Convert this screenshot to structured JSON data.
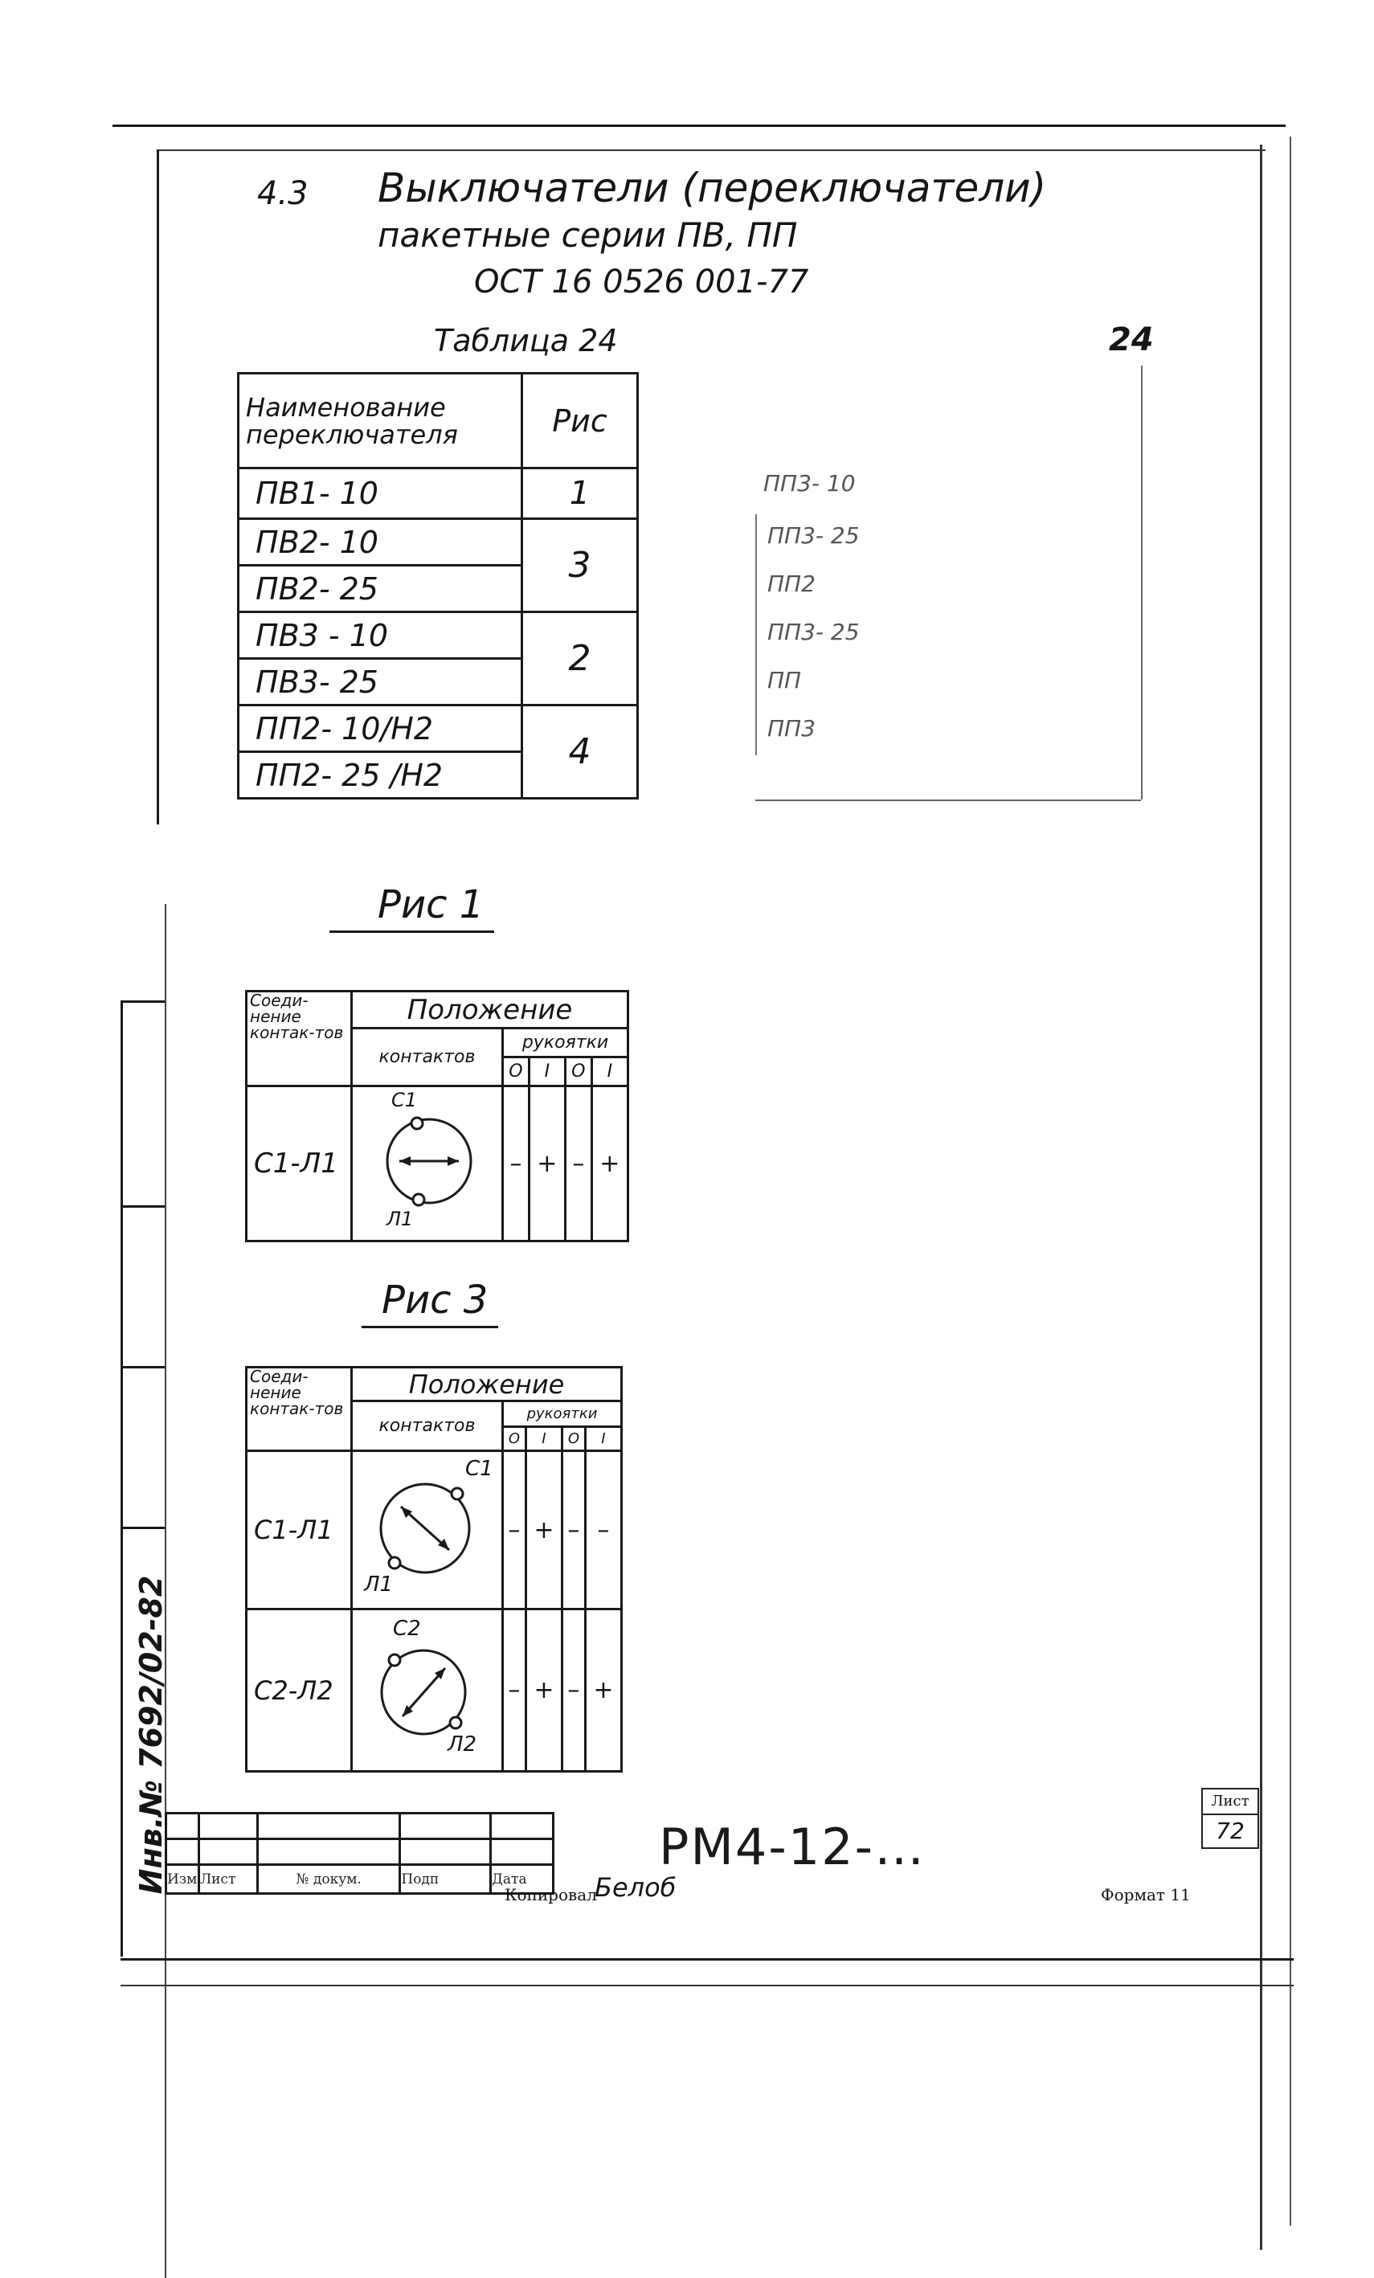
{
  "heading": {
    "number": "4.3",
    "line1": "Выключатели (переключатели)",
    "line2": "пакетные серии ПВ, ПП",
    "standard": "ОСТ 16 0526 001-77"
  },
  "table24": {
    "caption": "Таблица 24",
    "headers": [
      "Наименование переключателя",
      "Рис"
    ],
    "rows": [
      {
        "name": "ПВ1- 10",
        "fig": "1"
      },
      {
        "name": "ПВ2- 10",
        "fig": "3"
      },
      {
        "name": "ПВ2- 25",
        "fig": ""
      },
      {
        "name": "ПВ3 - 10",
        "fig": "2"
      },
      {
        "name": "ПВ3- 25",
        "fig": ""
      },
      {
        "name": "ПП2- 10/Н2",
        "fig": "4"
      },
      {
        "name": "ПП2- 25 /Н2",
        "fig": ""
      }
    ]
  },
  "table24_continued": {
    "caption": "24",
    "faint_rows": [
      "ПП3- 10",
      "ПП3- 25",
      "ПП2",
      "ПП3- 25",
      "ПП",
      "ПП3"
    ]
  },
  "fig1": {
    "title": "Рис 1",
    "header_connection": "Соеди-нение контак-тов",
    "header_position": "Положение",
    "header_contacts": "контактов",
    "header_handle": "рукоятки",
    "handle_positions": [
      "О",
      "I",
      "О",
      "I"
    ],
    "rows": [
      {
        "connection": "С1-Л1",
        "top_label": "С1",
        "bottom_label": "Л1",
        "states": [
          "–",
          "+",
          "–",
          "+"
        ]
      }
    ]
  },
  "fig3": {
    "title": "Рис 3",
    "header_connection": "Соеди-нение контак-тов",
    "header_position": "Положение",
    "header_contacts": "контактов",
    "header_handle": "рукоятки",
    "handle_positions": [
      "О",
      "I",
      "О",
      "I"
    ],
    "rows": [
      {
        "connection": "С1-Л1",
        "top_label": "С1",
        "bottom_label": "Л1",
        "states": [
          "–",
          "+",
          "–",
          "–"
        ]
      },
      {
        "connection": "С2-Л2",
        "top_label": "С2",
        "bottom_label": "Л2",
        "states": [
          "–",
          "+",
          "–",
          "+"
        ]
      }
    ]
  },
  "side_stamp": "Инв.№ 7692/02-82",
  "title_block": {
    "columns": [
      "Изм",
      "Лист",
      "№ докум.",
      "Подп",
      "Дата"
    ],
    "document_code": "РМ4-12-…",
    "sheet_label": "Лист",
    "sheet_number": "72",
    "copied_label": "Копировал",
    "copied_signature": "Белоб",
    "format_label": "Формат 11"
  }
}
